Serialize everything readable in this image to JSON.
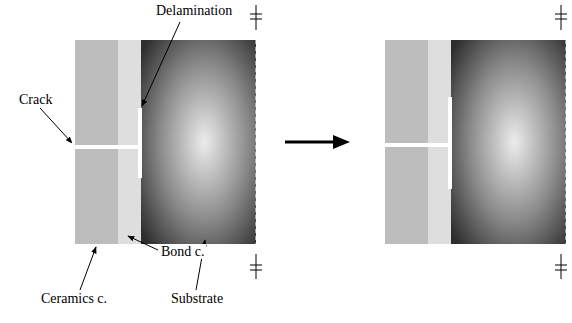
{
  "diagram": {
    "labels": [
      "Delamination",
      "Crack",
      "Bond c.",
      "Ceramics c.",
      "Substrate"
    ]
  }
}
